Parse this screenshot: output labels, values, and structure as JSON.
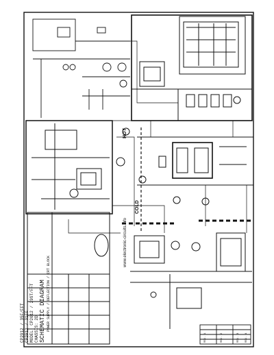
{
  "title_block": {
    "heading": "SCHEMATIC DIAGRAM",
    "lines": [
      "CHASSIS: 2D",
      "MODEL: CP2012 / 29ST/FFT",
      "CP2912 / 31FF",
      "CP2912 / 35F/FFT"
    ],
    "section": "POWER SUPPLY / DEFLECTION / CRT BLOCK"
  },
  "labels": {
    "cold": "COLD",
    "hot": "HOT",
    "website": "www.electronic-circuits.info"
  },
  "notes_table": {
    "rows": [
      "REV. 1",
      "REV. 2",
      "REV. 3",
      "REV. 4"
    ]
  }
}
